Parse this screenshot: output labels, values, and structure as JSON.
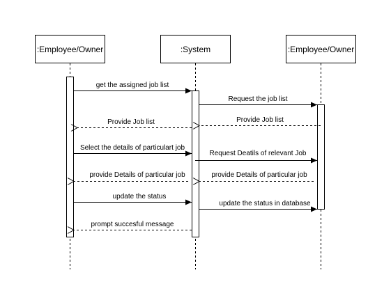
{
  "actors": [
    {
      "label": ":Employee/Owner"
    },
    {
      "label": ":System"
    },
    {
      "label": ":Employee/Owner"
    }
  ],
  "messages": [
    {
      "text": "get the assigned job list",
      "from": 0,
      "to": 1,
      "style": "solid"
    },
    {
      "text": "Request the job list",
      "from": 1,
      "to": 2,
      "style": "solid"
    },
    {
      "text": "Provide Job list",
      "from": 2,
      "to": 1,
      "style": "dashed"
    },
    {
      "text": "Provide Job list",
      "from": 1,
      "to": 0,
      "style": "dashed"
    },
    {
      "text": "Select the details of particulart job",
      "from": 0,
      "to": 1,
      "style": "solid"
    },
    {
      "text": "Request Deatils of relevant Job",
      "from": 1,
      "to": 2,
      "style": "solid"
    },
    {
      "text": "provide Details of particular job",
      "from": 1,
      "to": 0,
      "style": "dashed"
    },
    {
      "text": "provide Details of particular job",
      "from": 2,
      "to": 1,
      "style": "dashed"
    },
    {
      "text": "update the status",
      "from": 0,
      "to": 1,
      "style": "solid"
    },
    {
      "text": "update the status in database",
      "from": 1,
      "to": 2,
      "style": "solid"
    },
    {
      "text": "prompt succesful message",
      "from": 1,
      "to": 0,
      "style": "dashed"
    }
  ]
}
